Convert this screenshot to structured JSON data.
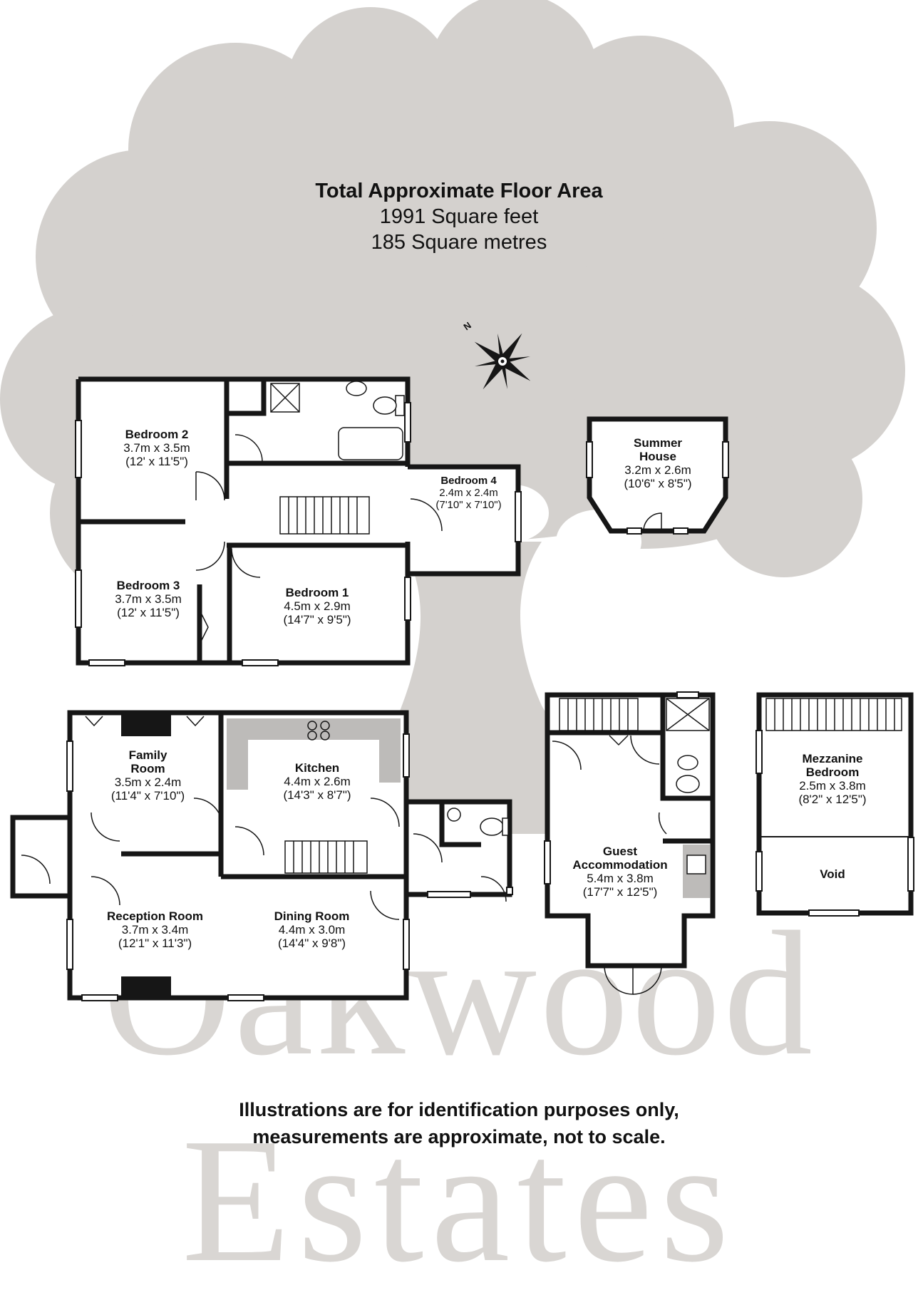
{
  "summary": {
    "title": "Total Approximate Floor Area",
    "sqft": "1991 Square feet",
    "sqm": "185 Square metres"
  },
  "compass": {
    "label": "N"
  },
  "rooms": {
    "bedroom2": {
      "name": "Bedroom 2",
      "metric": "3.7m x 3.5m",
      "imperial": "(12' x 11'5\")"
    },
    "bedroom3": {
      "name": "Bedroom 3",
      "metric": "3.7m x 3.5m",
      "imperial": "(12' x 11'5\")"
    },
    "bedroom1": {
      "name": "Bedroom 1",
      "metric": "4.5m x 2.9m",
      "imperial": "(14'7\" x 9'5\")"
    },
    "bedroom4": {
      "name": "Bedroom 4",
      "metric": "2.4m x 2.4m",
      "imperial": "(7'10\" x 7'10\")"
    },
    "summer_house": {
      "name_1": "Summer",
      "name_2": "House",
      "metric": "3.2m x 2.6m",
      "imperial": "(10'6\" x 8'5\")"
    },
    "family_room": {
      "name_1": "Family",
      "name_2": "Room",
      "metric": "3.5m x 2.4m",
      "imperial": "(11'4\" x 7'10\")"
    },
    "kitchen": {
      "name": "Kitchen",
      "metric": "4.4m x 2.6m",
      "imperial": "(14'3\" x 8'7\")"
    },
    "reception": {
      "name": "Reception Room",
      "metric": "3.7m x 3.4m",
      "imperial": "(12'1\" x 11'3\")"
    },
    "dining": {
      "name": "Dining Room",
      "metric": "4.4m x 3.0m",
      "imperial": "(14'4\" x 9'8\")"
    },
    "guest": {
      "name_1": "Guest",
      "name_2": "Accommodation",
      "metric": "5.4m x 3.8m",
      "imperial": "(17'7\" x 12'5\")"
    },
    "mezzanine": {
      "name_1": "Mezzanine",
      "name_2": "Bedroom",
      "metric": "2.5m x 3.8m",
      "imperial": "(8'2\" x 12'5\")"
    },
    "void": {
      "name": "Void"
    }
  },
  "disclaimer": {
    "line1": "Illustrations are for identification purposes only,",
    "line2": "measurements are approximate, not to scale."
  },
  "watermark": {
    "line1": "Oakwood",
    "line2": "Estates"
  },
  "colors": {
    "tree": "#d4d1ce",
    "wall": "#161616",
    "floor": "#ffffff",
    "watermark": "#d9d6d3"
  }
}
